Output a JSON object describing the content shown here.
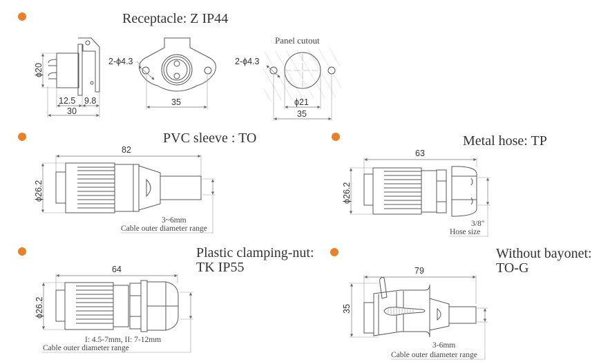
{
  "accent_color": "#E8822A",
  "sections": {
    "receptacle": {
      "title": "Receptacle: Z  IP44",
      "side_view": {
        "diameter": "ϕ20",
        "dim_a": "12.5",
        "dim_b": "9.8",
        "total": "30"
      },
      "front_view": {
        "holes": "2-ϕ4.3",
        "width": "35"
      },
      "panel_cutout": {
        "label": "Panel cutout",
        "holes": "2-ϕ4.3",
        "diameter": "ϕ21",
        "width": "35"
      }
    },
    "pvc_sleeve": {
      "title": "PVC sleeve : TO",
      "length": "82",
      "diameter": "ϕ26.2",
      "cable_range": "3~6mm",
      "cable_label": "Cable outer diameter range"
    },
    "metal_hose": {
      "title": "Metal hose: TP",
      "length": "63",
      "diameter": "ϕ26.2",
      "hose_size": "3/8\"",
      "hose_label": "Hose size"
    },
    "plastic_clamping_nut": {
      "title_line1": "Plastic clamping-nut:",
      "title_line2": "TK  IP55",
      "length": "64",
      "diameter": "ϕ26.2",
      "cable_range": "I: 4.5-7mm, II: 7-12mm",
      "cable_label": "Cable outer diameter range"
    },
    "without_bayonet": {
      "title_line1": "Without bayonet:",
      "title_line2": "TO-G",
      "length": "79",
      "height": "35",
      "cable_range": "3-6mm",
      "cable_label": "Cable outer diameter range"
    }
  }
}
